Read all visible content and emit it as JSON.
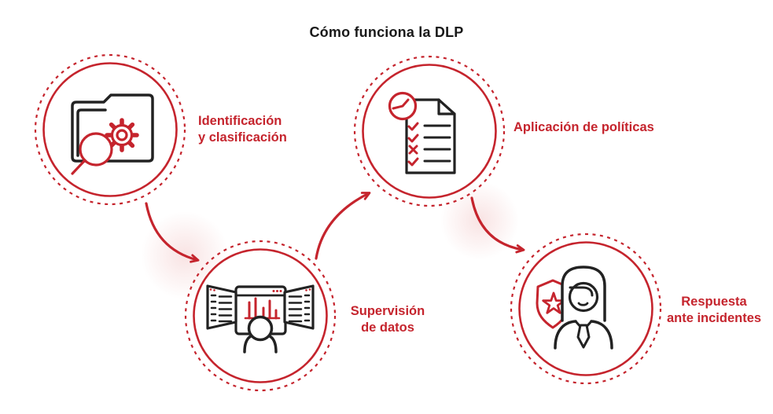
{
  "title": "Cómo funciona la DLP",
  "colors": {
    "accent_red": "#c5242d",
    "icon_black": "#222222",
    "blush_pink": "#e89b9b"
  },
  "steps": [
    {
      "id": "identificacion",
      "icon": "folder-search-gear-icon",
      "label_lines": [
        "Identificación",
        "y clasificación"
      ]
    },
    {
      "id": "supervision",
      "icon": "analyst-monitors-icon",
      "label_lines": [
        "Supervisión",
        "de datos"
      ]
    },
    {
      "id": "politicas",
      "icon": "policy-checklist-clock-icon",
      "label_lines": [
        "Aplicación de políticas"
      ]
    },
    {
      "id": "respuesta",
      "icon": "shield-person-icon",
      "label_lines": [
        "Respuesta",
        "ante incidentes"
      ]
    }
  ]
}
